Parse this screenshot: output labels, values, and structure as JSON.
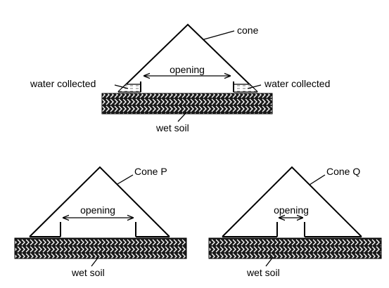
{
  "top": {
    "cone_label": "cone",
    "opening_label": "opening",
    "water_left_label": "water collected",
    "water_right_label": "water collected",
    "soil_label": "wet soil"
  },
  "cone_p": {
    "name_label": "Cone P",
    "opening_label": "opening",
    "soil_label": "wet soil"
  },
  "cone_q": {
    "name_label": "Cone Q",
    "opening_label": "opening",
    "soil_label": "wet soil"
  }
}
